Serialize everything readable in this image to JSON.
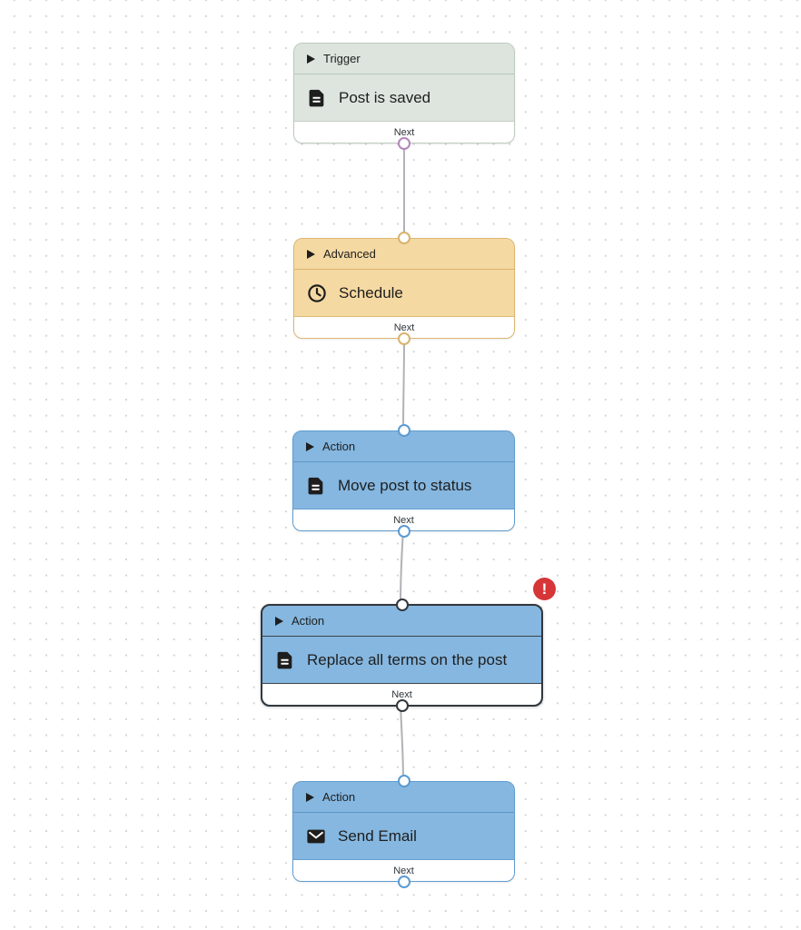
{
  "canvas": {
    "type": "workflow-editor",
    "background_dot_color": "#d4d4d8",
    "edge_color": "#b1b1b7"
  },
  "colors": {
    "trigger_fill": "#dee5df",
    "advanced_fill": "#f5d9a2",
    "action_fill": "#85b7e0",
    "selected_border": "#32373c",
    "error_badge": "#d63638",
    "trigger_handle": "#b287b9",
    "advanced_handle": "#d9b26e",
    "action_handle": "#5b9bd2"
  },
  "nodes": [
    {
      "category": "Trigger",
      "title": "Post is saved",
      "icon": "document-icon",
      "footer": "Next",
      "has_error": false
    },
    {
      "category": "Advanced",
      "title": "Schedule",
      "icon": "clock-icon",
      "footer": "Next",
      "has_error": false
    },
    {
      "category": "Action",
      "title": "Move post to status",
      "icon": "document-icon",
      "footer": "Next",
      "has_error": false
    },
    {
      "category": "Action",
      "title": "Replace all terms on the post",
      "icon": "document-icon",
      "footer": "Next",
      "has_error": true
    },
    {
      "category": "Action",
      "title": "Send Email",
      "icon": "envelope-icon",
      "footer": "Next",
      "has_error": false
    }
  ],
  "error_badge": {
    "symbol": "!"
  },
  "edges": [
    {
      "from": "node-0",
      "to": "node-1"
    },
    {
      "from": "node-1",
      "to": "node-2"
    },
    {
      "from": "node-2",
      "to": "node-3"
    },
    {
      "from": "node-3",
      "to": "node-4"
    }
  ]
}
